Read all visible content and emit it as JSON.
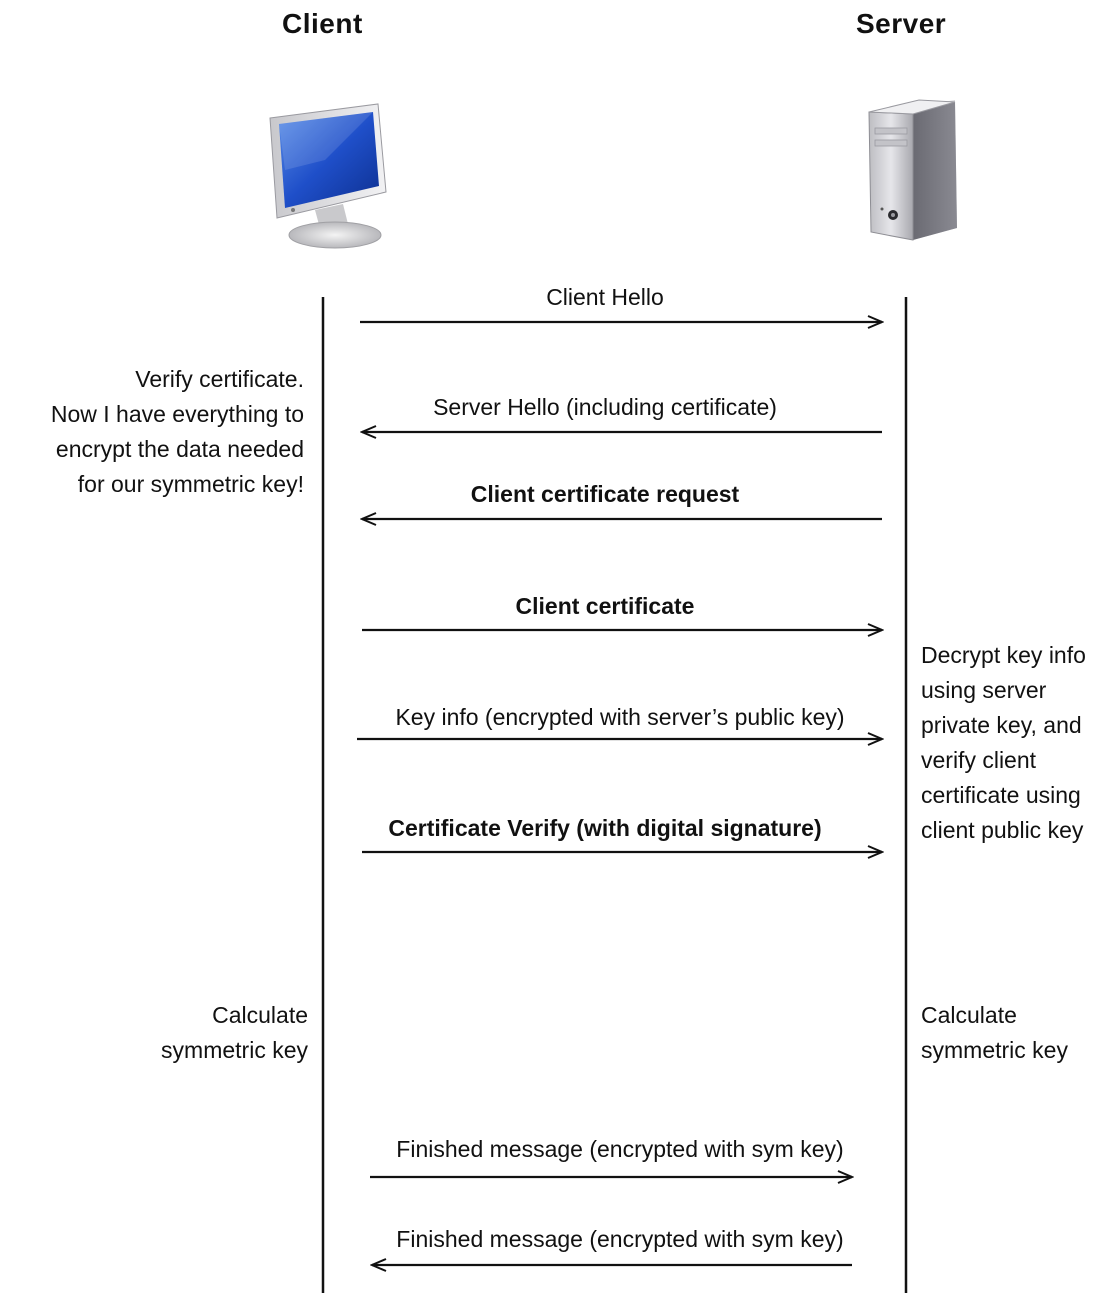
{
  "parties": {
    "client": {
      "title": "Client",
      "icon": "desktop-computer-icon"
    },
    "server": {
      "title": "Server",
      "icon": "server-tower-icon"
    }
  },
  "messages": [
    {
      "label": "Client Hello",
      "direction": "client-to-server",
      "bold": false
    },
    {
      "label": "Server Hello (including certificate)",
      "direction": "server-to-client",
      "bold": false
    },
    {
      "label": "Client certificate request",
      "direction": "server-to-client",
      "bold": true
    },
    {
      "label": "Client certificate",
      "direction": "client-to-server",
      "bold": true
    },
    {
      "label": "Key info (encrypted with server’s public key)",
      "direction": "client-to-server",
      "bold": false
    },
    {
      "label": "Certificate Verify (with digital signature)",
      "direction": "client-to-server",
      "bold": true
    },
    {
      "label": "Finished message (encrypted with sym key)",
      "direction": "client-to-server",
      "bold": false
    },
    {
      "label": "Finished message (encrypted with sym key)",
      "direction": "server-to-client",
      "bold": false
    }
  ],
  "notes": {
    "client_verify": [
      "Verify certificate.",
      "Now I have everything to",
      "encrypt the data needed",
      "for our symmetric key!"
    ],
    "server_decrypt": [
      "Decrypt key info",
      "using server",
      "private key, and",
      "verify client",
      "certificate using",
      "client public key"
    ],
    "client_calc": [
      "Calculate",
      "symmetric key"
    ],
    "server_calc": [
      "Calculate",
      "symmetric key"
    ]
  }
}
